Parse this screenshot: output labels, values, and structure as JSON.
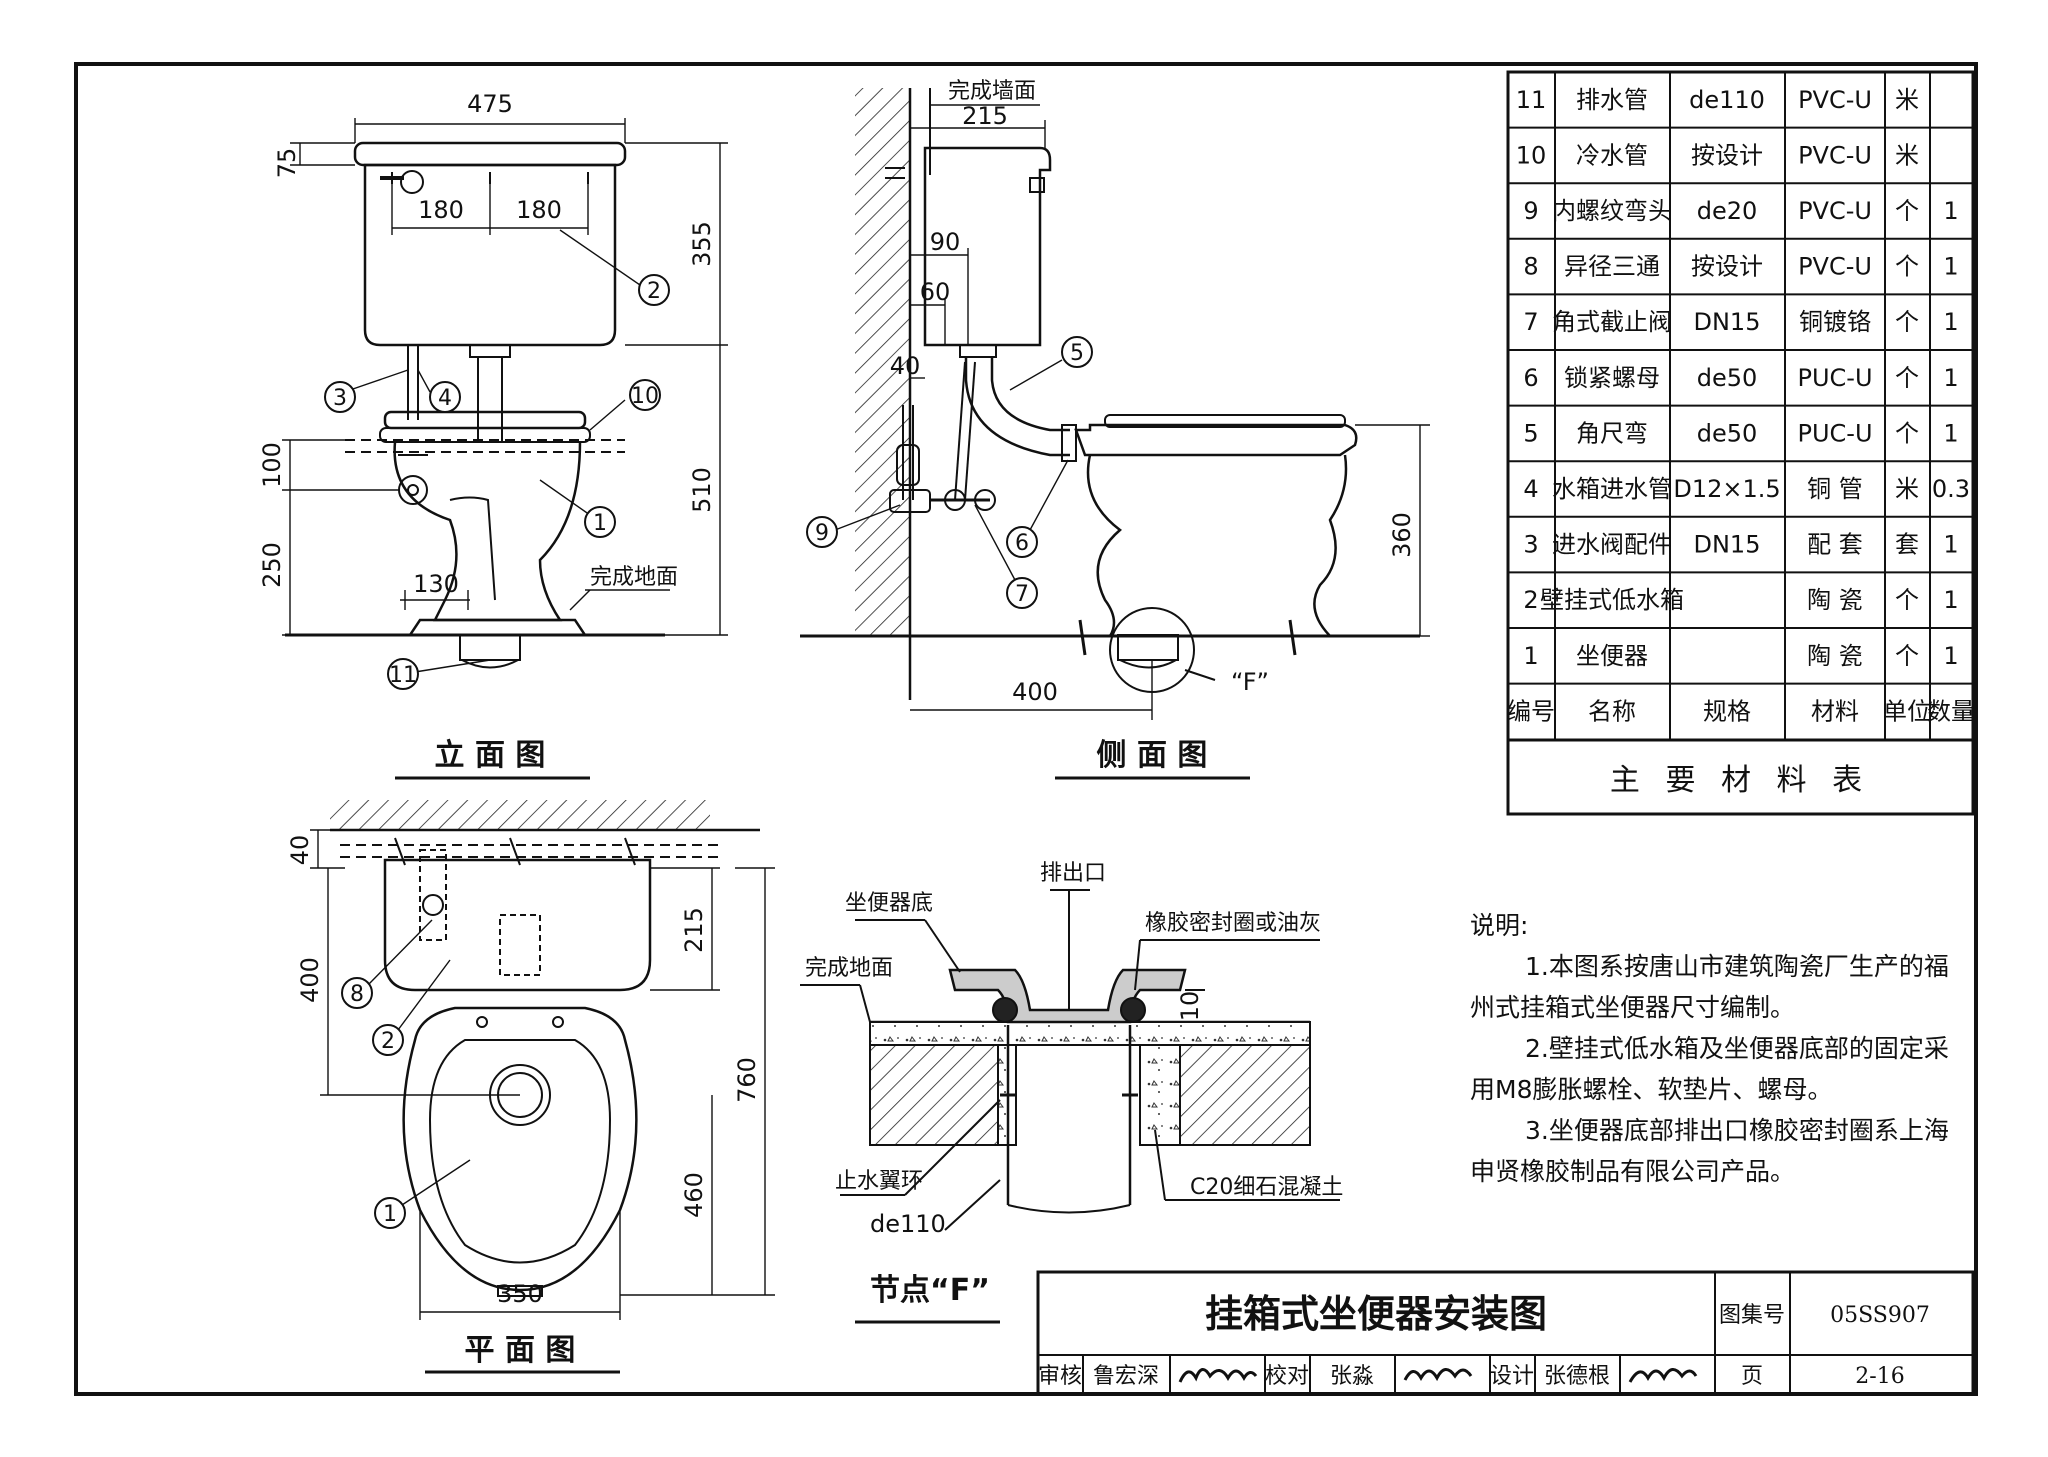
{
  "views": {
    "elevation": {
      "title": "立 面 图",
      "dims": [
        "475",
        "75",
        "180",
        "180",
        "355",
        "100",
        "510",
        "250",
        "130"
      ],
      "finished_floor": "完成地面",
      "callouts": [
        "2",
        "3",
        "4",
        "10",
        "1",
        "11"
      ]
    },
    "side": {
      "title": "侧 面 图",
      "finished_wall": "完成墙面",
      "dims": [
        "215",
        "90",
        "60",
        "40",
        "360",
        "400"
      ],
      "callouts": [
        "5",
        "9",
        "6",
        "7"
      ],
      "detail_ref": "“F”"
    },
    "plan": {
      "title": "平 面 图",
      "dims": [
        "40",
        "215",
        "400",
        "760",
        "460",
        "350"
      ],
      "callouts": [
        "8",
        "2",
        "1"
      ]
    },
    "detail": {
      "title": "节点“F”",
      "labels": {
        "toilet_base": "坐便器底",
        "outlet": "排出口",
        "seal": "橡胶密封圈或油灰",
        "finished_floor": "完成地面",
        "water_ring": "止水翼环",
        "pipe": "de110",
        "concrete": "C20细石混凝土",
        "gap": "10"
      }
    }
  },
  "material_table": {
    "title": "主 要 材 料 表",
    "headers": [
      "编号",
      "名称",
      "规格",
      "材料",
      "单位",
      "数量"
    ],
    "rows": [
      [
        "11",
        "排水管",
        "de110",
        "PVC-U",
        "米",
        ""
      ],
      [
        "10",
        "冷水管",
        "按设计",
        "PVC-U",
        "米",
        ""
      ],
      [
        "9",
        "内螺纹弯头",
        "de20",
        "PVC-U",
        "个",
        "1"
      ],
      [
        "8",
        "异径三通",
        "按设计",
        "PVC-U",
        "个",
        "1"
      ],
      [
        "7",
        "角式截止阀",
        "DN15",
        "铜镀铬",
        "个",
        "1"
      ],
      [
        "6",
        "锁紧螺母",
        "de50",
        "PUC-U",
        "个",
        "1"
      ],
      [
        "5",
        "角尺弯",
        "de50",
        "PUC-U",
        "个",
        "1"
      ],
      [
        "4",
        "水箱进水管",
        "D12×1.5",
        "铜 管",
        "米",
        "0.3"
      ],
      [
        "3",
        "进水阀配件",
        "DN15",
        "配 套",
        "套",
        "1"
      ],
      [
        "2",
        "壁挂式低水箱",
        "",
        "陶 瓷",
        "个",
        "1"
      ],
      [
        "1",
        "坐便器",
        "",
        "陶 瓷",
        "个",
        "1"
      ]
    ]
  },
  "notes": {
    "heading": "说明:",
    "items": [
      "1.本图系按唐山市建筑陶瓷厂生产的福州式挂箱式坐便器尺寸编制。",
      "2.壁挂式低水箱及坐便器底部的固定采用M8膨胀螺栓、软垫片、螺母。",
      "3.坐便器底部排出口橡胶密封圈系上海申贤橡胶制品有限公司产品。"
    ]
  },
  "title_block": {
    "drawing_title": "挂箱式坐便器安装图",
    "atlas_label": "图集号",
    "atlas_no": "05SS907",
    "review_label": "审核",
    "reviewer": "鲁宏深",
    "check_label": "校对",
    "checker": "张淼",
    "design_label": "设计",
    "designer": "张德根",
    "page_label": "页",
    "page_no": "2-16"
  }
}
